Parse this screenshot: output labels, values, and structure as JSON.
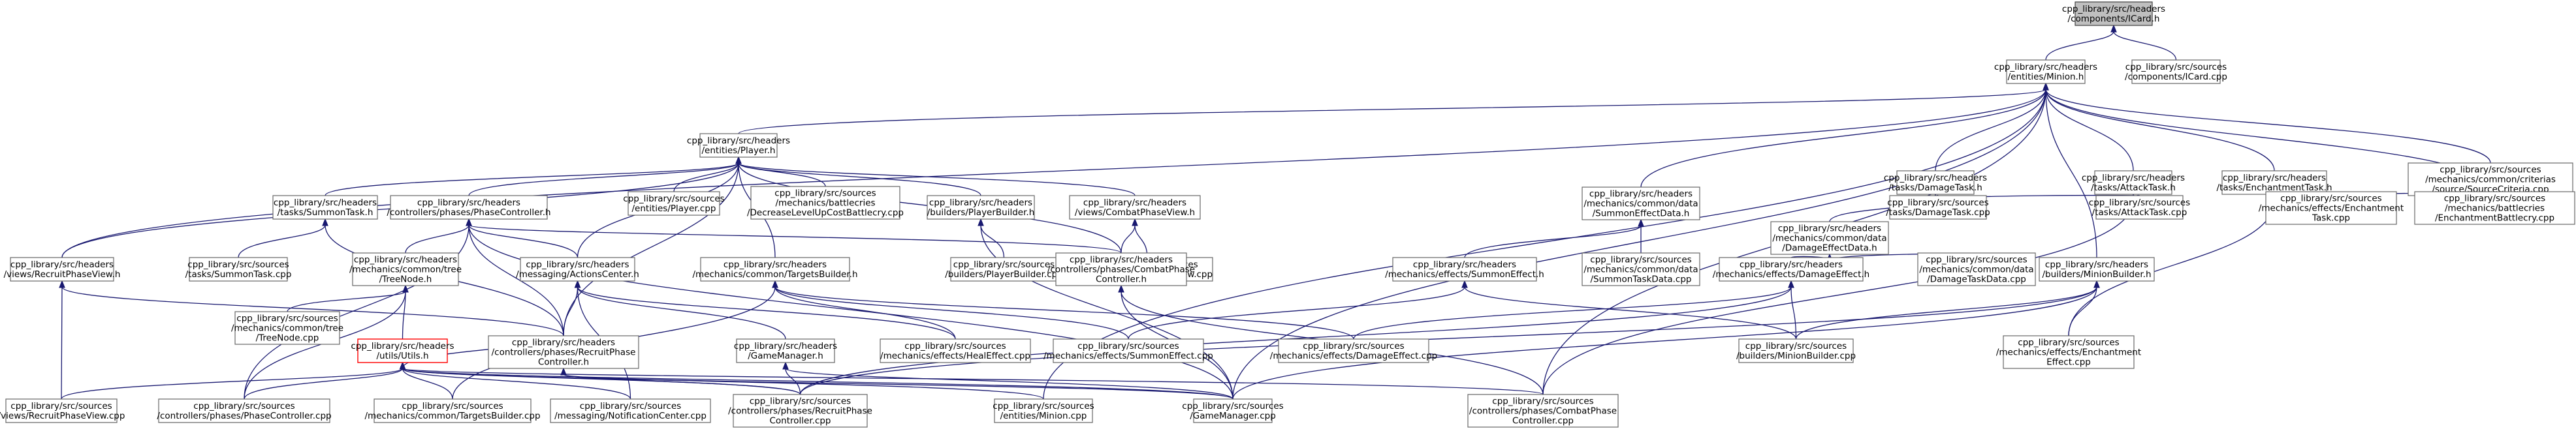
{
  "colors": {
    "edge": "#191970",
    "node_border": "#666666",
    "root_fill": "#bfbfbf",
    "highlight_border": "#ff0000"
  },
  "nodes": [
    {
      "id": "card_h",
      "lines": [
        "cpp_library/src/headers",
        "/components/ICard.h"
      ],
      "style": "root"
    },
    {
      "id": "minion_h",
      "lines": [
        "cpp_library/src/headers",
        "/entities/Minion.h"
      ]
    },
    {
      "id": "icard_cpp",
      "lines": [
        "cpp_library/src/sources",
        "/components/ICard.cpp"
      ]
    },
    {
      "id": "player_h",
      "lines": [
        "cpp_library/src/headers",
        "/entities/Player.h"
      ]
    },
    {
      "id": "damagetask_h",
      "lines": [
        "cpp_library/src/headers",
        "/tasks/DamageTask.h"
      ]
    },
    {
      "id": "attacktask_h",
      "lines": [
        "cpp_library/src/headers",
        "/tasks/AttackTask.h"
      ]
    },
    {
      "id": "enchanttask_h",
      "lines": [
        "cpp_library/src/headers",
        "/tasks/EnchantmentTask.h"
      ]
    },
    {
      "id": "sourcecrit_cpp",
      "lines": [
        "cpp_library/src/sources",
        "/mechanics/common/criterias",
        "/source/SourceCriteria.cpp"
      ]
    },
    {
      "id": "summontask_h",
      "lines": [
        "cpp_library/src/headers",
        "/tasks/SummonTask.h"
      ]
    },
    {
      "id": "phasectrl_h",
      "lines": [
        "cpp_library/src/headers",
        "/controllers/phases/PhaseController.h"
      ]
    },
    {
      "id": "player_cpp",
      "lines": [
        "cpp_library/src/sources",
        "/entities/Player.cpp"
      ]
    },
    {
      "id": "decrease_cpp",
      "lines": [
        "cpp_library/src/sources",
        "/mechanics/battlecries",
        "/DecreaseLevelUpCostBattlecry.cpp"
      ]
    },
    {
      "id": "playerbuilder_h",
      "lines": [
        "cpp_library/src/headers",
        "/builders/PlayerBuilder.h"
      ]
    },
    {
      "id": "combatview_h",
      "lines": [
        "cpp_library/src/headers",
        "/views/CombatPhaseView.h"
      ]
    },
    {
      "id": "summondata_h",
      "lines": [
        "cpp_library/src/headers",
        "/mechanics/common/data",
        "/SummonEffectData.h"
      ]
    },
    {
      "id": "damagetask_cpp",
      "lines": [
        "cpp_library/src/sources",
        "/tasks/DamageTask.cpp"
      ]
    },
    {
      "id": "attacktask_cpp",
      "lines": [
        "cpp_library/src/sources",
        "/tasks/AttackTask.cpp"
      ]
    },
    {
      "id": "enchanttask_cpp",
      "lines": [
        "cpp_library/src/sources",
        "/mechanics/effects/Enchantment",
        "Task.cpp"
      ]
    },
    {
      "id": "enchantbattle_cpp",
      "lines": [
        "cpp_library/src/sources",
        "/mechanics/battlecries",
        "/EnchantmentBattlecry.cpp"
      ]
    },
    {
      "id": "damagedata_h",
      "lines": [
        "cpp_library/src/headers",
        "/mechanics/common/data",
        "/DamageEffectData.h"
      ]
    },
    {
      "id": "summontask_cpp",
      "lines": [
        "cpp_library/src/sources",
        "/tasks/SummonTask.cpp"
      ]
    },
    {
      "id": "playerbuilder_cpp",
      "lines": [
        "cpp_library/src/sources",
        "/builders/PlayerBuilder.cpp"
      ]
    },
    {
      "id": "combatview_cpp",
      "lines": [
        "cpp_library/src/sources",
        "/views/CombatPhaseView.cpp"
      ]
    },
    {
      "id": "recruitview_h",
      "lines": [
        "cpp_library/src/headers",
        "/views/RecruitPhaseView.h"
      ]
    },
    {
      "id": "treenode_h",
      "lines": [
        "cpp_library/src/headers",
        "/mechanics/common/tree",
        "/TreeNode.h"
      ]
    },
    {
      "id": "actionscenter_h",
      "lines": [
        "cpp_library/src/headers",
        "/messaging/ActionsCenter.h"
      ]
    },
    {
      "id": "targetsbuilder_h",
      "lines": [
        "cpp_library/src/headers",
        "/mechanics/common/TargetsBuilder.h"
      ]
    },
    {
      "id": "combatctrl_h",
      "lines": [
        "cpp_library/src/headers",
        "/controllers/phases/CombatPhase",
        "Controller.h"
      ]
    },
    {
      "id": "summoneffect_h",
      "lines": [
        "cpp_library/src/headers",
        "/mechanics/effects/SummonEffect.h"
      ]
    },
    {
      "id": "summondata_cpp",
      "lines": [
        "cpp_library/src/sources",
        "/mechanics/common/data",
        "/SummonTaskData.cpp"
      ]
    },
    {
      "id": "damageeffect_h",
      "lines": [
        "cpp_library/src/headers",
        "/mechanics/effects/DamageEffect.h"
      ]
    },
    {
      "id": "damagedata_cpp",
      "lines": [
        "cpp_library/src/sources",
        "/mechanics/common/data",
        "/DamageTaskData.cpp"
      ]
    },
    {
      "id": "minionbuilder_h",
      "lines": [
        "cpp_library/src/headers",
        "/builders/MinionBuilder.h"
      ]
    },
    {
      "id": "treenode_cpp",
      "lines": [
        "cpp_library/src/sources",
        "/mechanics/common/tree",
        "/TreeNode.cpp"
      ]
    },
    {
      "id": "utils_h",
      "lines": [
        "cpp_library/src/headers",
        "/utils/Utils.h"
      ],
      "style": "highlight"
    },
    {
      "id": "recruitctrl_h",
      "lines": [
        "cpp_library/src/headers",
        "/controllers/phases/RecruitPhase",
        "Controller.h"
      ]
    },
    {
      "id": "gamemanager_h",
      "lines": [
        "cpp_library/src/headers",
        "/GameManager.h"
      ]
    },
    {
      "id": "healeffect_cpp",
      "lines": [
        "cpp_library/src/sources",
        "/mechanics/effects/HealEffect.cpp"
      ]
    },
    {
      "id": "summoneffect_cpp",
      "lines": [
        "cpp_library/src/sources",
        "/mechanics/effects/SummonEffect.cpp"
      ]
    },
    {
      "id": "damageeffect_cpp",
      "lines": [
        "cpp_library/src/sources",
        "/mechanics/effects/DamageEffect.cpp"
      ]
    },
    {
      "id": "minionbuilder_cpp",
      "lines": [
        "cpp_library/src/sources",
        "/builders/MinionBuilder.cpp"
      ]
    },
    {
      "id": "enchanteffect_cpp",
      "lines": [
        "cpp_library/src/sources",
        "/mechanics/effects/Enchantment",
        "Effect.cpp"
      ]
    },
    {
      "id": "recruitview_cpp",
      "lines": [
        "cpp_library/src/sources",
        "/views/RecruitPhaseView.cpp"
      ]
    },
    {
      "id": "phasectrl_cpp",
      "lines": [
        "cpp_library/src/sources",
        "/controllers/phases/PhaseController.cpp"
      ]
    },
    {
      "id": "targetsbuilder_cpp",
      "lines": [
        "cpp_library/src/sources",
        "/mechanics/common/TargetsBuilder.cpp"
      ]
    },
    {
      "id": "notification_cpp",
      "lines": [
        "cpp_library/src/sources",
        "/messaging/NotificationCenter.cpp"
      ]
    },
    {
      "id": "recruitctrl_cpp",
      "lines": [
        "cpp_library/src/sources",
        "/controllers/phases/RecruitPhase",
        "Controller.cpp"
      ]
    },
    {
      "id": "minion_cpp",
      "lines": [
        "cpp_library/src/sources",
        "/entities/Minion.cpp"
      ]
    },
    {
      "id": "gamemanager_cpp",
      "lines": [
        "cpp_library/src/sources",
        "/GameManager.cpp"
      ]
    },
    {
      "id": "combatctrl_cpp",
      "lines": [
        "cpp_library/src/sources",
        "/controllers/phases/CombatPhase",
        "Controller.cpp"
      ]
    }
  ],
  "edges": [
    [
      "minion_h",
      "card_h"
    ],
    [
      "icard_cpp",
      "card_h"
    ],
    [
      "player_h",
      "minion_h"
    ],
    [
      "damagetask_h",
      "minion_h"
    ],
    [
      "attacktask_h",
      "minion_h"
    ],
    [
      "enchanttask_h",
      "minion_h"
    ],
    [
      "sourcecrit_cpp",
      "minion_h"
    ],
    [
      "summondata_h",
      "minion_h"
    ],
    [
      "minionbuilder_h",
      "minion_h"
    ],
    [
      "recruitview_h",
      "minion_h"
    ],
    [
      "enchantbattle_cpp",
      "minion_h"
    ],
    [
      "gamemanager_cpp",
      "minion_h"
    ],
    [
      "combatctrl_cpp",
      "minion_h"
    ],
    [
      "minion_cpp",
      "minion_h"
    ],
    [
      "summontask_h",
      "player_h"
    ],
    [
      "phasectrl_h",
      "player_h"
    ],
    [
      "player_cpp",
      "player_h"
    ],
    [
      "decrease_cpp",
      "player_h"
    ],
    [
      "playerbuilder_h",
      "player_h"
    ],
    [
      "combatview_h",
      "player_h"
    ],
    [
      "recruitview_h",
      "player_h"
    ],
    [
      "actionscenter_h",
      "player_h"
    ],
    [
      "targetsbuilder_h",
      "player_h"
    ],
    [
      "combatctrl_h",
      "player_h"
    ],
    [
      "recruitctrl_h",
      "player_h"
    ],
    [
      "damagetask_cpp",
      "damagetask_h"
    ],
    [
      "attacktask_cpp",
      "damagetask_h"
    ],
    [
      "damagedata_h",
      "damagetask_h"
    ],
    [
      "attacktask_cpp",
      "attacktask_h"
    ],
    [
      "combatctrl_cpp",
      "attacktask_h"
    ],
    [
      "enchanttask_cpp",
      "enchanttask_h"
    ],
    [
      "enchantbattle_cpp",
      "enchanttask_h"
    ],
    [
      "enchanteffect_cpp",
      "enchanttask_h"
    ],
    [
      "summontask_cpp",
      "summontask_h"
    ],
    [
      "recruitctrl_h",
      "summontask_h"
    ],
    [
      "treenode_h",
      "phasectrl_h"
    ],
    [
      "phasectrl_cpp",
      "phasectrl_h"
    ],
    [
      "combatctrl_h",
      "phasectrl_h"
    ],
    [
      "recruitctrl_h",
      "phasectrl_h"
    ],
    [
      "actionscenter_h",
      "phasectrl_h"
    ],
    [
      "gamemanager_cpp",
      "phasectrl_h"
    ],
    [
      "playerbuilder_cpp",
      "playerbuilder_h"
    ],
    [
      "gamemanager_cpp",
      "playerbuilder_h"
    ],
    [
      "combatview_cpp",
      "combatview_h"
    ],
    [
      "combatctrl_h",
      "combatview_h"
    ],
    [
      "summondata_cpp",
      "summondata_h"
    ],
    [
      "summoneffect_h",
      "summondata_h"
    ],
    [
      "damagedata_cpp",
      "damagedata_h"
    ],
    [
      "damageeffect_h",
      "damagedata_h"
    ],
    [
      "recruitview_cpp",
      "recruitview_h"
    ],
    [
      "recruitctrl_h",
      "recruitview_h"
    ],
    [
      "treenode_cpp",
      "treenode_h"
    ],
    [
      "utils_h",
      "treenode_h"
    ],
    [
      "phasectrl_cpp",
      "treenode_h"
    ],
    [
      "recruitctrl_h",
      "actionscenter_h"
    ],
    [
      "gamemanager_h",
      "actionscenter_h"
    ],
    [
      "notification_cpp",
      "actionscenter_h"
    ],
    [
      "healeffect_cpp",
      "actionscenter_h"
    ],
    [
      "targetsbuilder_cpp",
      "targetsbuilder_h"
    ],
    [
      "healeffect_cpp",
      "targetsbuilder_h"
    ],
    [
      "summoneffect_cpp",
      "targetsbuilder_h"
    ],
    [
      "damageeffect_cpp",
      "targetsbuilder_h"
    ],
    [
      "combatctrl_cpp",
      "combatctrl_h"
    ],
    [
      "gamemanager_cpp",
      "combatctrl_h"
    ],
    [
      "summoneffect_cpp",
      "summoneffect_h"
    ],
    [
      "minionbuilder_cpp",
      "summoneffect_h"
    ],
    [
      "damageeffect_cpp",
      "damageeffect_h"
    ],
    [
      "minionbuilder_cpp",
      "damageeffect_h"
    ],
    [
      "recruitctrl_cpp",
      "damageeffect_h"
    ],
    [
      "minionbuilder_cpp",
      "minionbuilder_h"
    ],
    [
      "enchanteffect_cpp",
      "minionbuilder_h"
    ],
    [
      "gamemanager_cpp",
      "minionbuilder_h"
    ],
    [
      "recruitctrl_cpp",
      "minionbuilder_h"
    ],
    [
      "recruitview_cpp",
      "utils_h"
    ],
    [
      "phasectrl_cpp",
      "utils_h"
    ],
    [
      "targetsbuilder_cpp",
      "utils_h"
    ],
    [
      "notification_cpp",
      "utils_h"
    ],
    [
      "recruitctrl_cpp",
      "utils_h"
    ],
    [
      "minion_cpp",
      "utils_h"
    ],
    [
      "gamemanager_cpp",
      "utils_h"
    ],
    [
      "combatctrl_cpp",
      "utils_h"
    ],
    [
      "recruitctrl_h",
      "utils_h"
    ],
    [
      "recruitctrl_cpp",
      "recruitctrl_h"
    ],
    [
      "gamemanager_cpp",
      "recruitctrl_h"
    ],
    [
      "recruitctrl_cpp",
      "gamemanager_h"
    ],
    [
      "gamemanager_cpp",
      "gamemanager_h"
    ]
  ]
}
